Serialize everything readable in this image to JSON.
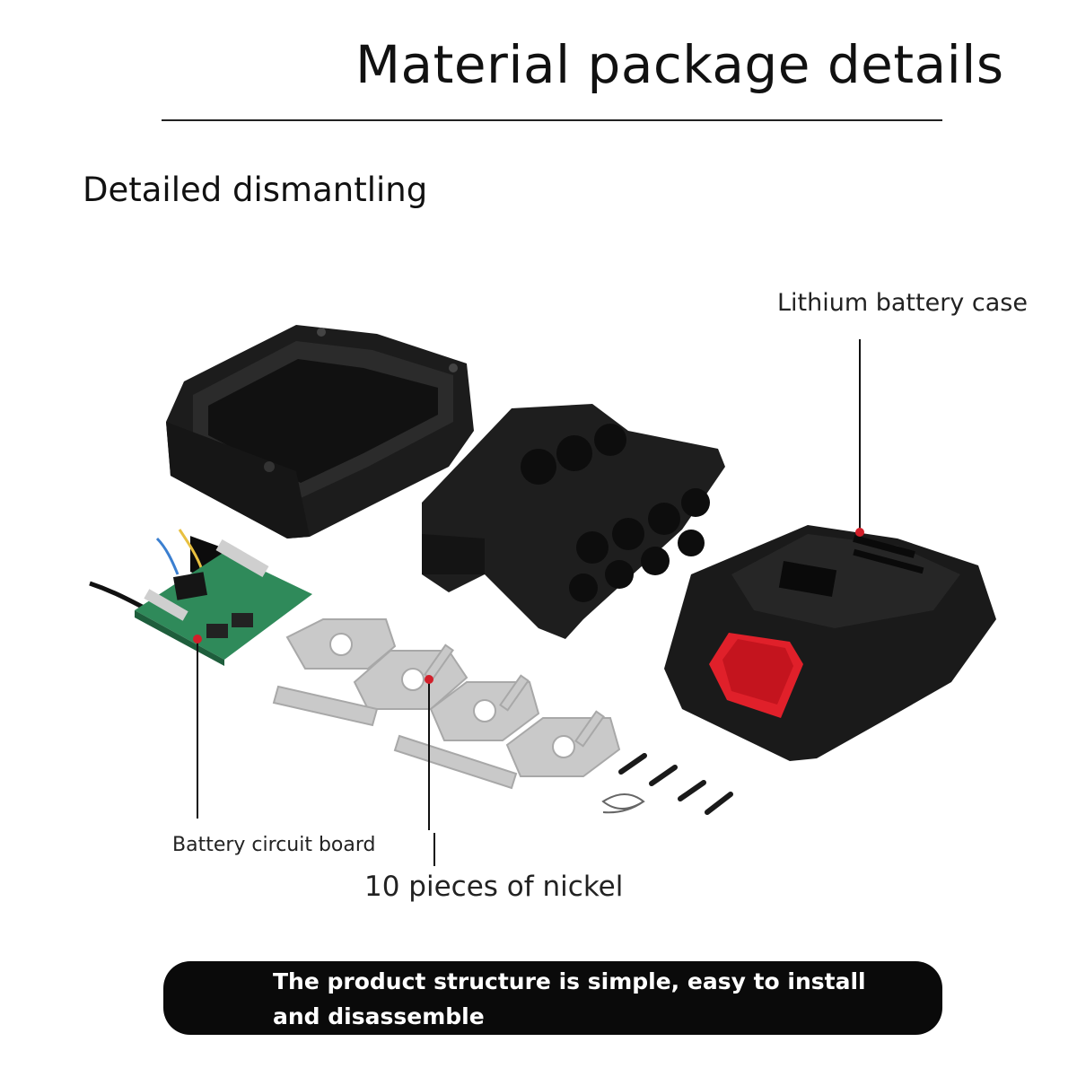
{
  "header": {
    "title": "Material package details",
    "section_label": "Detailed dismantling"
  },
  "callouts": {
    "case": "Lithium battery case",
    "board": "Battery circuit board",
    "nickel": "10 pieces of nickel"
  },
  "footer": {
    "banner_text": "The product structure is simple, easy to install and disassemble"
  },
  "colors": {
    "plastic": "#1b1b1b",
    "release_button": "#e0202a",
    "callout_dot": "#d21f2a",
    "pcb": "#2f8a5a",
    "nickel": "#c9c9c9",
    "banner": "#0a0a0a"
  }
}
